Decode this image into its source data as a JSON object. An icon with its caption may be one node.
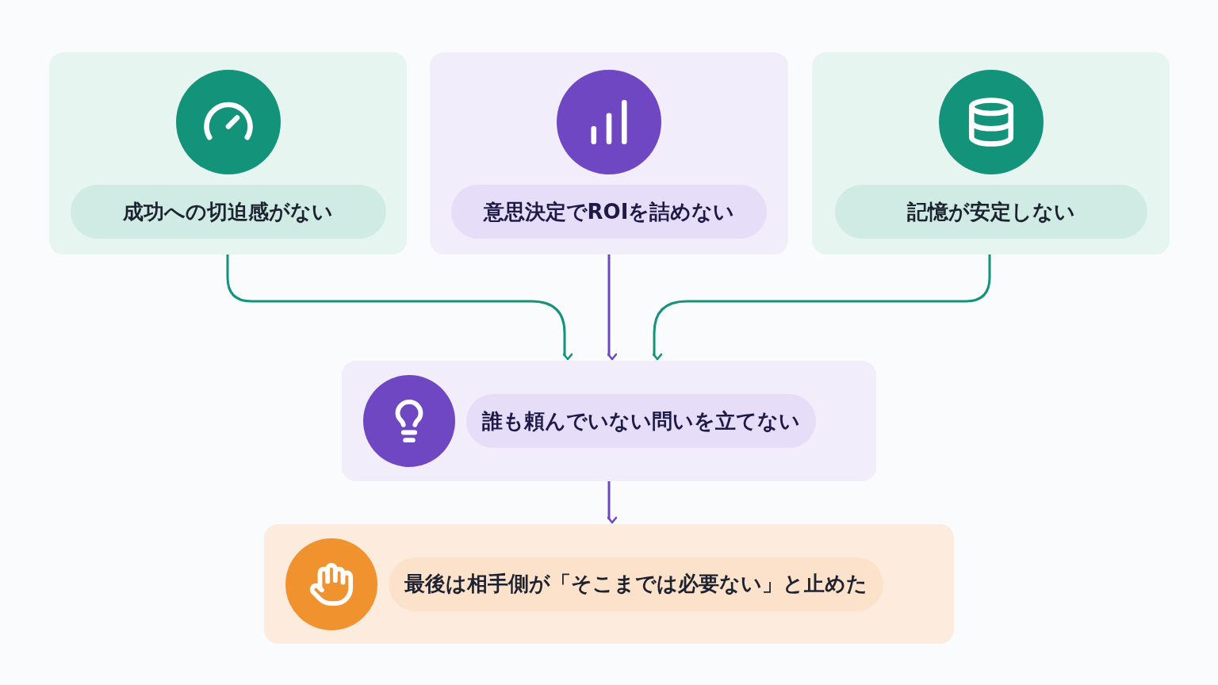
{
  "diagram": {
    "nodes": [
      {
        "text": [
          "成功への切迫感がない"
        ]
      },
      {
        "text": [
          "意思決定でROIを詰めない"
        ]
      },
      {
        "text": [
          "記憶が安定しない"
        ]
      },
      {
        "text": [
          "誰も頼んでいない問いを立てない"
        ]
      },
      {
        "text": [
          "最後は相手側が「そこまでは必要ない」と止めた"
        ]
      }
    ],
    "edges": [
      {
        "from": 0,
        "to": 3,
        "arrow": "to",
        "color": "#14937b"
      },
      {
        "from": 1,
        "to": 3,
        "arrow": "to",
        "color": "#6f47c2"
      },
      {
        "from": 2,
        "to": 3,
        "arrow": "to",
        "color": "#14937b"
      },
      {
        "from": 3,
        "to": 4,
        "arrow": "to",
        "color": "#6f47c2"
      }
    ]
  }
}
